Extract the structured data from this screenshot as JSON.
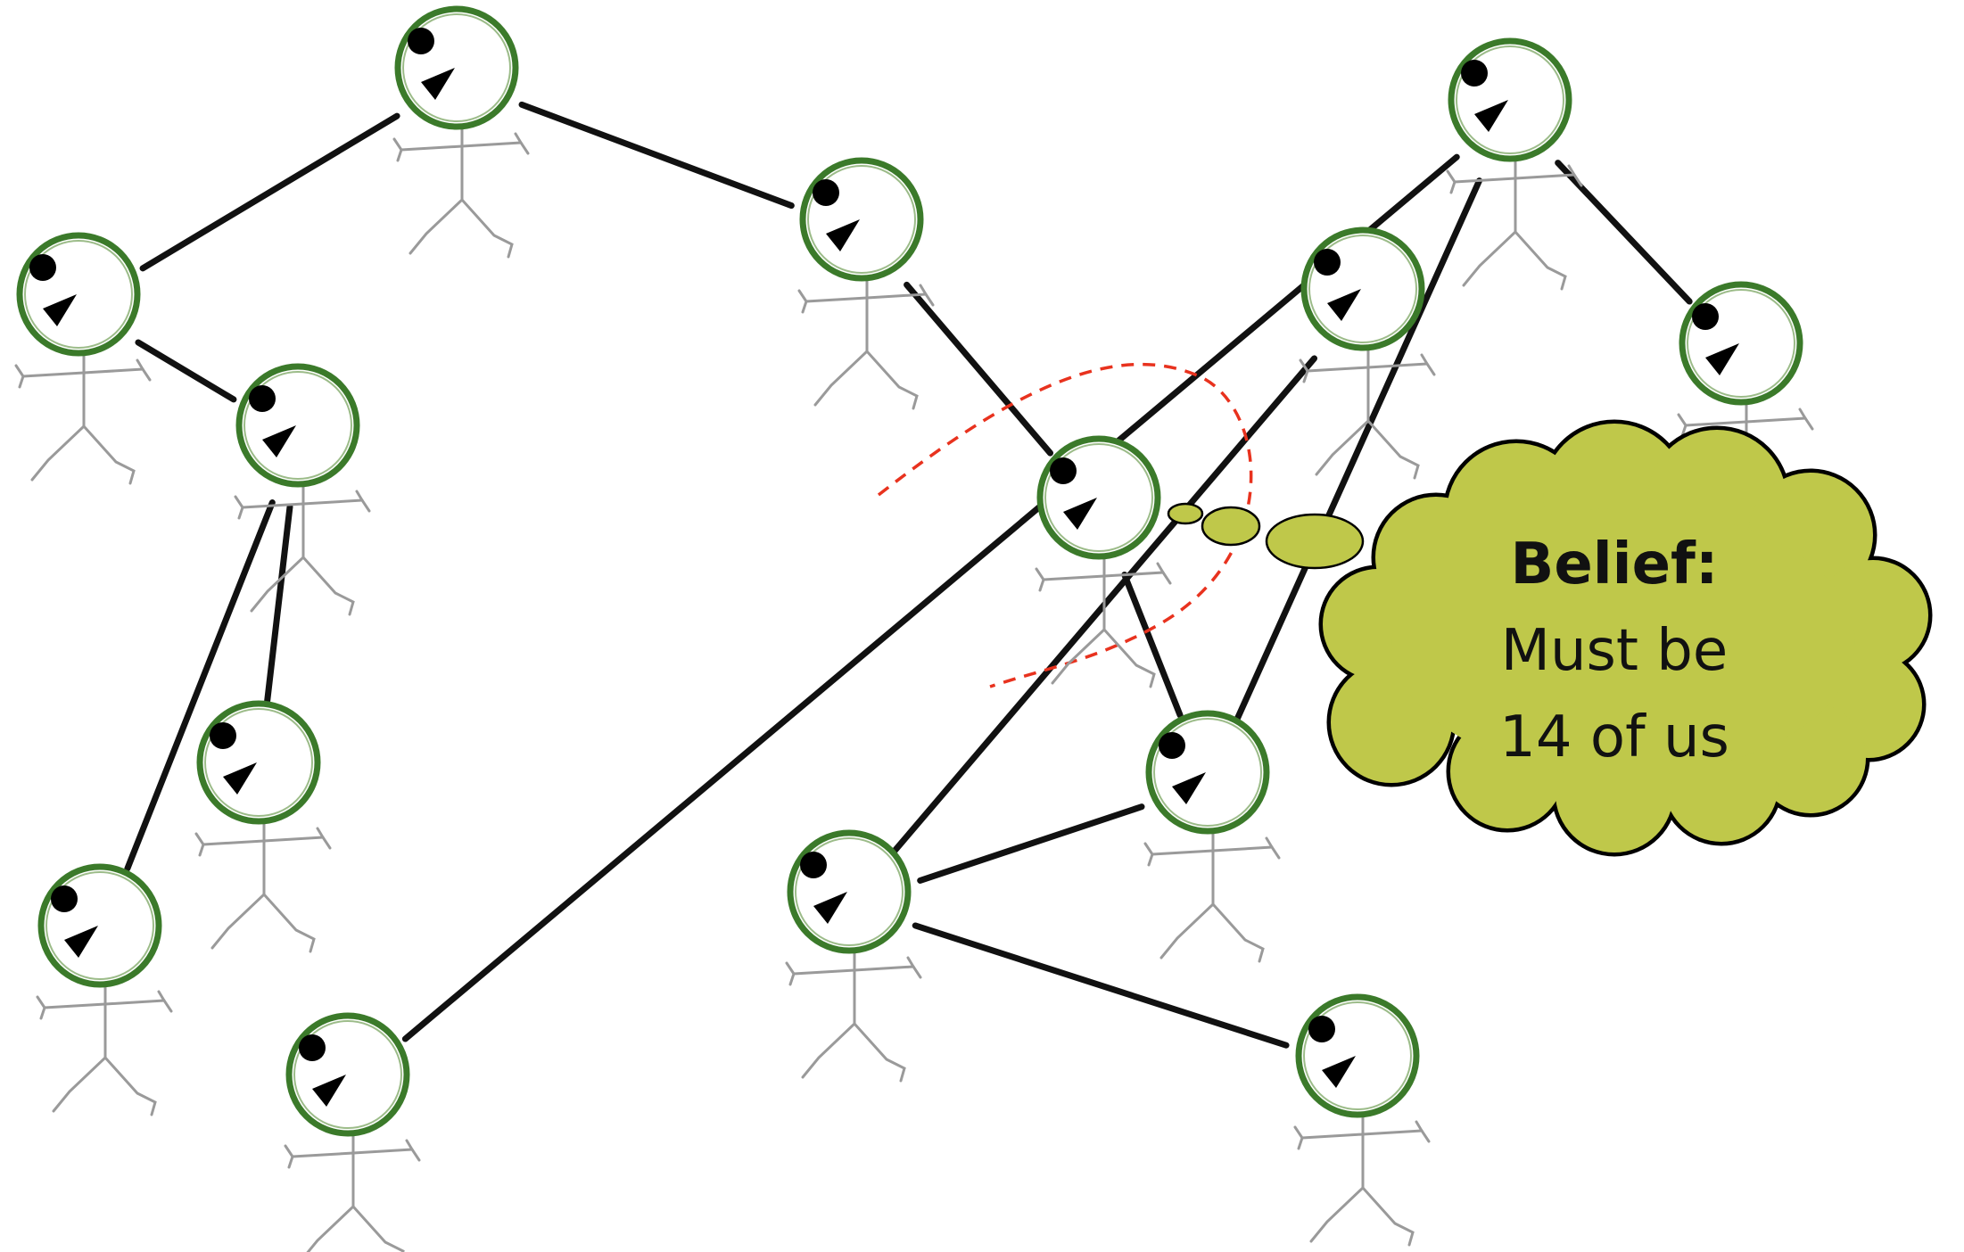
{
  "diagram": {
    "nodes": [
      {
        "id": "n1",
        "label": ""
      },
      {
        "id": "n2",
        "label": ""
      },
      {
        "id": "n3",
        "label": ""
      },
      {
        "id": "n4",
        "label": ""
      },
      {
        "id": "n5",
        "label": ""
      },
      {
        "id": "n6",
        "label": ""
      },
      {
        "id": "n7",
        "label": ""
      },
      {
        "id": "n8",
        "label": ""
      },
      {
        "id": "n9",
        "label": ""
      },
      {
        "id": "n10",
        "label": ""
      },
      {
        "id": "n11",
        "label": ""
      },
      {
        "id": "n12",
        "label": ""
      },
      {
        "id": "n13",
        "label": ""
      },
      {
        "id": "n14",
        "label": ""
      }
    ],
    "edges": [
      [
        "n1",
        "n3"
      ],
      [
        "n1",
        "n2"
      ],
      [
        "n3",
        "n4"
      ],
      [
        "n4",
        "n6"
      ],
      [
        "n4",
        "n5"
      ],
      [
        "n2",
        "n7"
      ],
      [
        "n7",
        "n8"
      ],
      [
        "n8",
        "n9"
      ],
      [
        "n9",
        "n10"
      ],
      [
        "n9",
        "n11"
      ],
      [
        "n8",
        "n12"
      ],
      [
        "n12",
        "n13"
      ],
      [
        "n12",
        "n14"
      ]
    ],
    "figure_color": "#5a8f3a",
    "node_outline_color": "#3b7a2a",
    "edge_color": "#111111",
    "horizon_color": "#e8321e",
    "bubble_fill": "#bfc84a",
    "bubble": {
      "heading": "Belief:",
      "line1": "Must be",
      "line2": "14 of us"
    }
  }
}
